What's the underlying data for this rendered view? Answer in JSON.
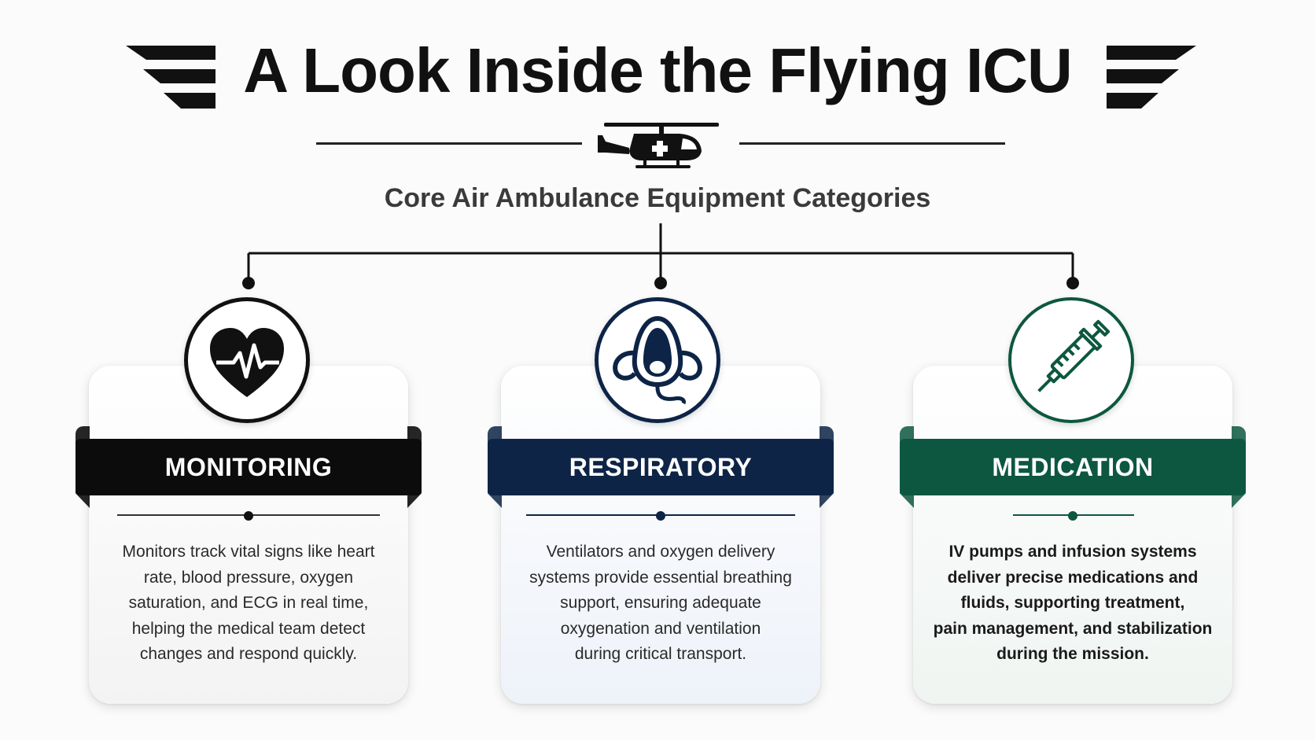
{
  "header": {
    "title": "A Look Inside the Flying ICU",
    "subtitle": "Core Air Ambulance Equipment Categories"
  },
  "colors": {
    "monitoring": "#0c0c0c",
    "respiratory": "#0d2446",
    "medication": "#0d5740"
  },
  "categories": [
    {
      "label": "MONITORING",
      "icon": "heart-pulse-icon",
      "description": [
        "Monitors track vital signs like heart",
        "rate, blood pressure, oxygen",
        "saturation, and ECG in real time,",
        "helping the medical team detect",
        "changes and respond quickly."
      ]
    },
    {
      "label": "RESPIRATORY",
      "icon": "oxygen-mask-icon",
      "description": [
        "Ventilators and oxygen delivery",
        "systems provide essential breathing",
        "support, ensuring adequate",
        "oxygenation and ventilation",
        "during critical transport."
      ]
    },
    {
      "label": "MEDICATION",
      "icon": "syringe-icon",
      "description": [
        "IV pumps and infusion systems",
        "deliver precise medications and",
        "fluids, supporting treatment,",
        "pain management, and stabilization",
        "during the mission."
      ]
    }
  ]
}
